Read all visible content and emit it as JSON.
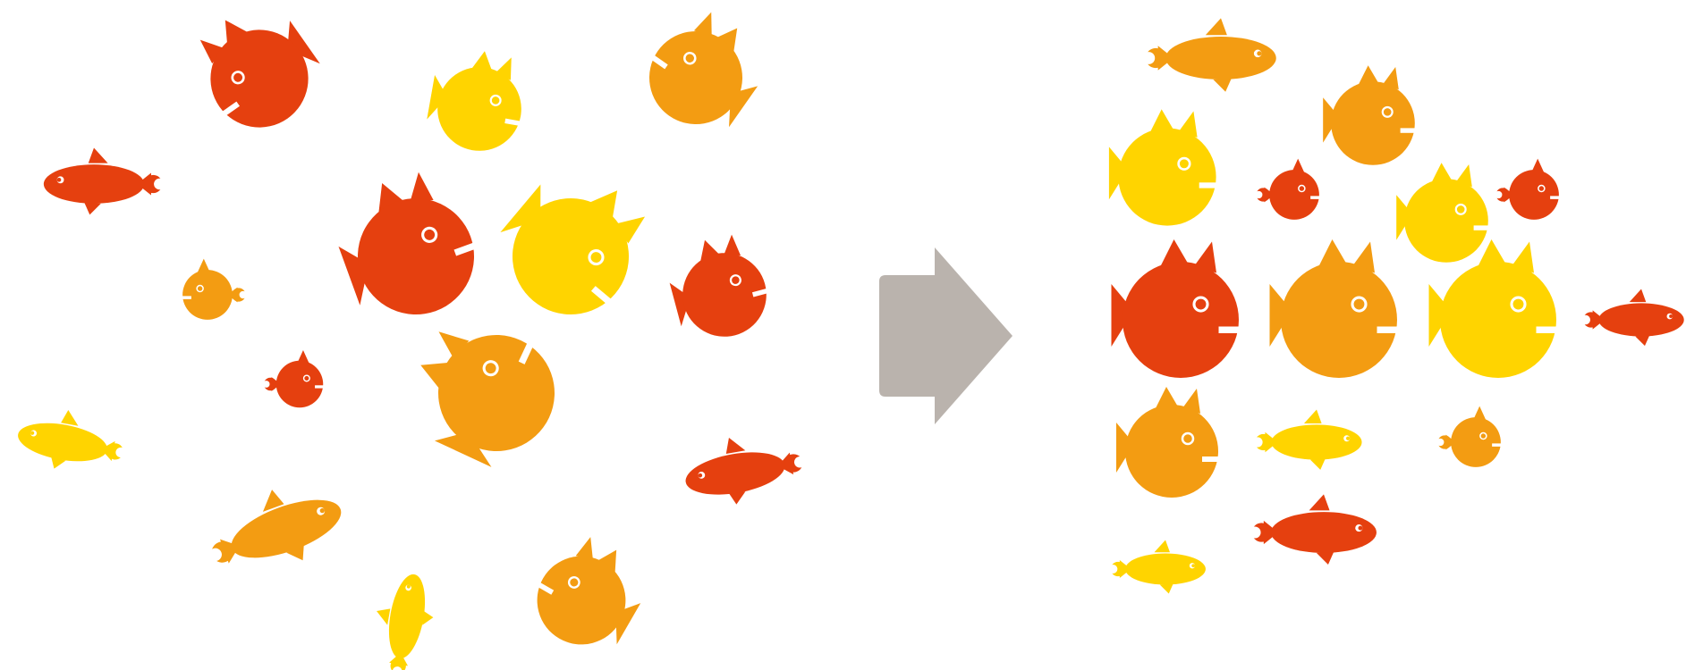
{
  "colors": {
    "red": "#E5400F",
    "orange": "#F39C12",
    "yellow": "#FFD400",
    "arrow": "#BAB3AD",
    "eye": "#ffffff",
    "background": "#ffffff"
  },
  "scattered_group": {
    "fish": [
      {
        "shape": "round-fish-icon",
        "color": "red"
      },
      {
        "shape": "round-fish-icon",
        "color": "yellow"
      },
      {
        "shape": "round-fish-icon",
        "color": "orange"
      },
      {
        "shape": "long-fish-icon",
        "color": "red"
      },
      {
        "shape": "small-fish-icon",
        "color": "orange"
      },
      {
        "shape": "round-fish-icon",
        "color": "red"
      },
      {
        "shape": "round-fish-icon",
        "color": "yellow"
      },
      {
        "shape": "round-fish-icon",
        "color": "red"
      },
      {
        "shape": "small-fish-icon",
        "color": "red"
      },
      {
        "shape": "round-fish-icon",
        "color": "orange"
      },
      {
        "shape": "long-fish-icon",
        "color": "yellow"
      },
      {
        "shape": "long-fish-icon",
        "color": "red"
      },
      {
        "shape": "long-fish-icon",
        "color": "orange"
      },
      {
        "shape": "long-fish-icon",
        "color": "yellow"
      },
      {
        "shape": "round-fish-icon",
        "color": "orange"
      }
    ]
  },
  "arrow": {
    "icon": "right-arrow-icon",
    "color": "arrow"
  },
  "aligned_group": {
    "fish": [
      {
        "shape": "long-fish-icon",
        "color": "orange"
      },
      {
        "shape": "round-fish-icon",
        "color": "orange"
      },
      {
        "shape": "round-fish-icon",
        "color": "yellow"
      },
      {
        "shape": "small-fish-icon",
        "color": "red"
      },
      {
        "shape": "round-fish-icon",
        "color": "yellow"
      },
      {
        "shape": "small-fish-icon",
        "color": "red"
      },
      {
        "shape": "round-fish-icon",
        "color": "red"
      },
      {
        "shape": "round-fish-icon",
        "color": "orange"
      },
      {
        "shape": "round-fish-icon",
        "color": "yellow"
      },
      {
        "shape": "long-fish-icon",
        "color": "red"
      },
      {
        "shape": "round-fish-icon",
        "color": "orange"
      },
      {
        "shape": "long-fish-icon",
        "color": "yellow"
      },
      {
        "shape": "small-fish-icon",
        "color": "orange"
      },
      {
        "shape": "long-fish-icon",
        "color": "red"
      },
      {
        "shape": "long-fish-icon",
        "color": "yellow"
      }
    ]
  }
}
